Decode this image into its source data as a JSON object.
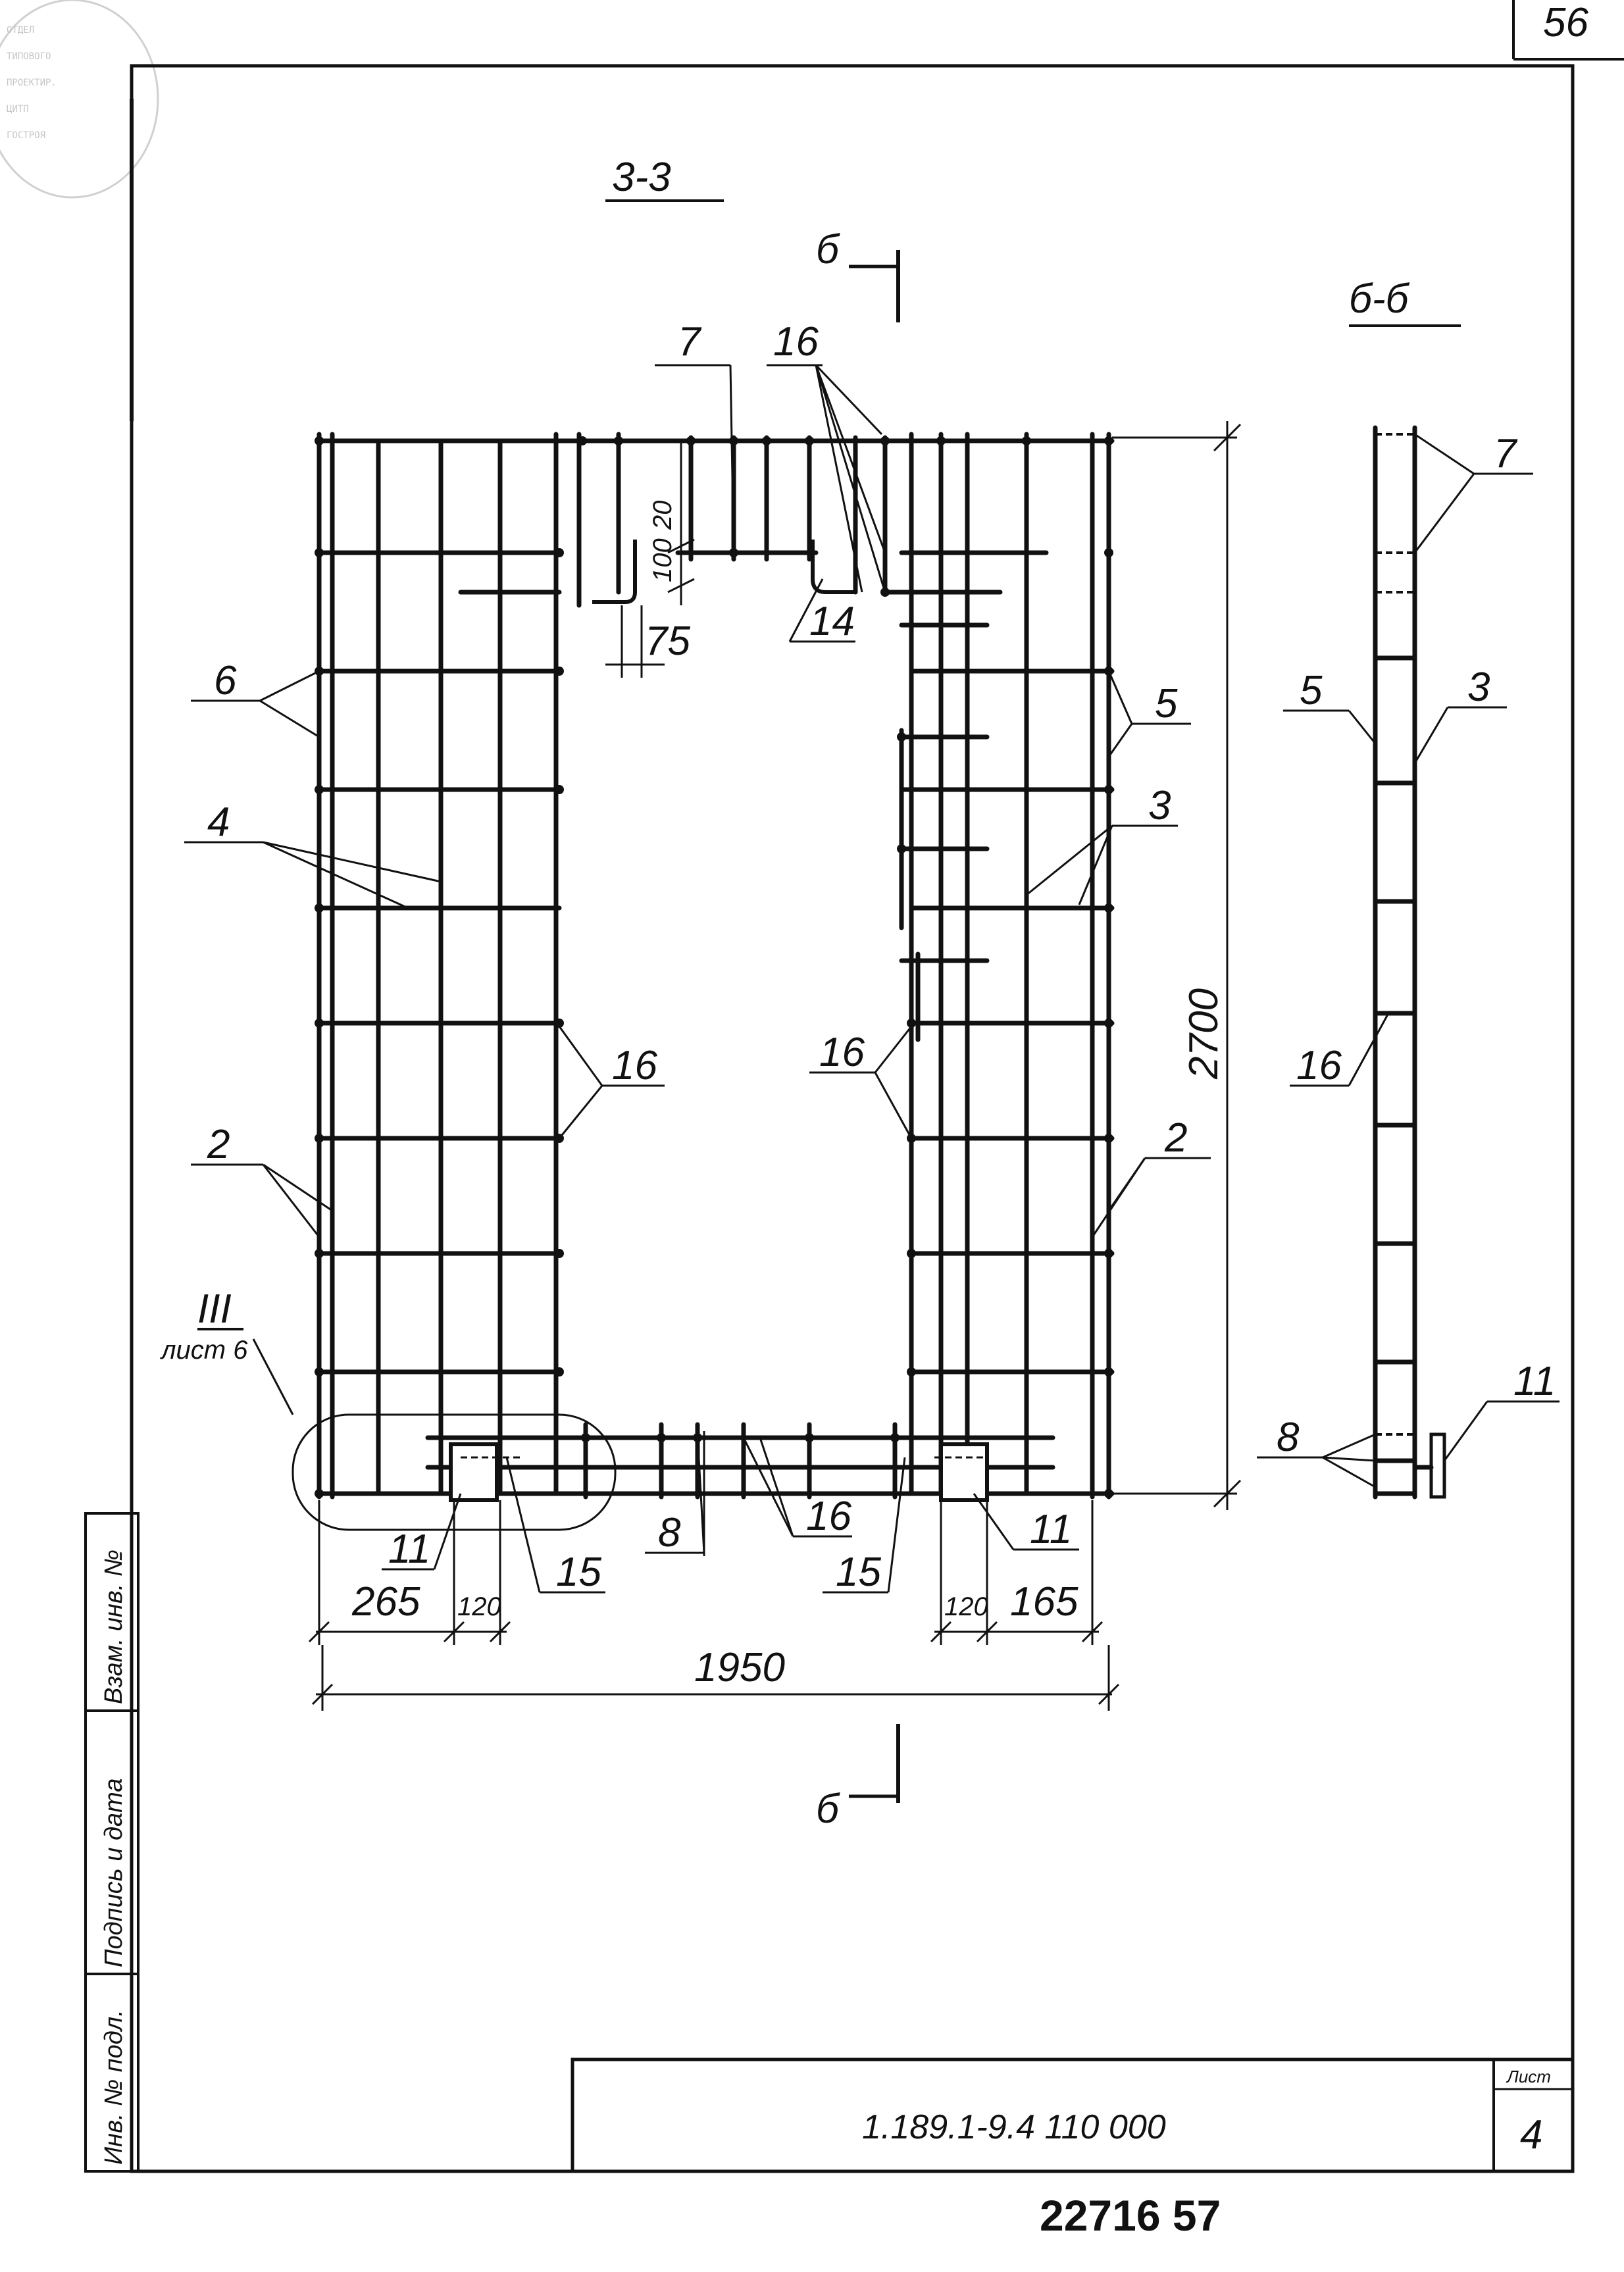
{
  "page_number": "56",
  "sections": {
    "main_title": "3-3",
    "side_title": "б-б",
    "cut_marker_top": "б",
    "cut_marker_bottom": "б"
  },
  "callouts": {
    "c7": "7",
    "c16_top": "16",
    "c14": "14",
    "c6": "6",
    "c5": "5",
    "c4": "4",
    "c3": "3",
    "c16_left": "16",
    "c16_right": "16",
    "c2_left": "2",
    "c2_right": "2",
    "detail_num": "III",
    "detail_sheet": "лист 6",
    "c11_left": "11",
    "c15_left": "15",
    "c8": "8",
    "c16_bottom": "16",
    "c15_right": "15",
    "c11_right": "11"
  },
  "dimensions": {
    "d20": "20",
    "d100": "100",
    "d75": "75",
    "d2700": "2700",
    "d265": "265",
    "d120_left": "120",
    "d120_right": "120",
    "d165": "165",
    "d1950": "1950"
  },
  "side_view": {
    "c7": "7",
    "c5": "5",
    "c3": "3",
    "c16": "16",
    "c8": "8",
    "c11": "11"
  },
  "side_panel": {
    "inv_no": "Инв. № подл.",
    "sign_date": "Подпись и дата",
    "replace_inv": "Взам. инв. №"
  },
  "title_block": {
    "code": "1.189.1-9.4   110 000",
    "sheet_label": "Лист",
    "sheet_number": "4"
  },
  "archive_number": "22716  57",
  "stamp_lines": [
    "ОТДЕЛ",
    "ТИПОВОГО",
    "ПРОЕКТИР.",
    "ЦИТП",
    "ГОСТРОЯ"
  ]
}
